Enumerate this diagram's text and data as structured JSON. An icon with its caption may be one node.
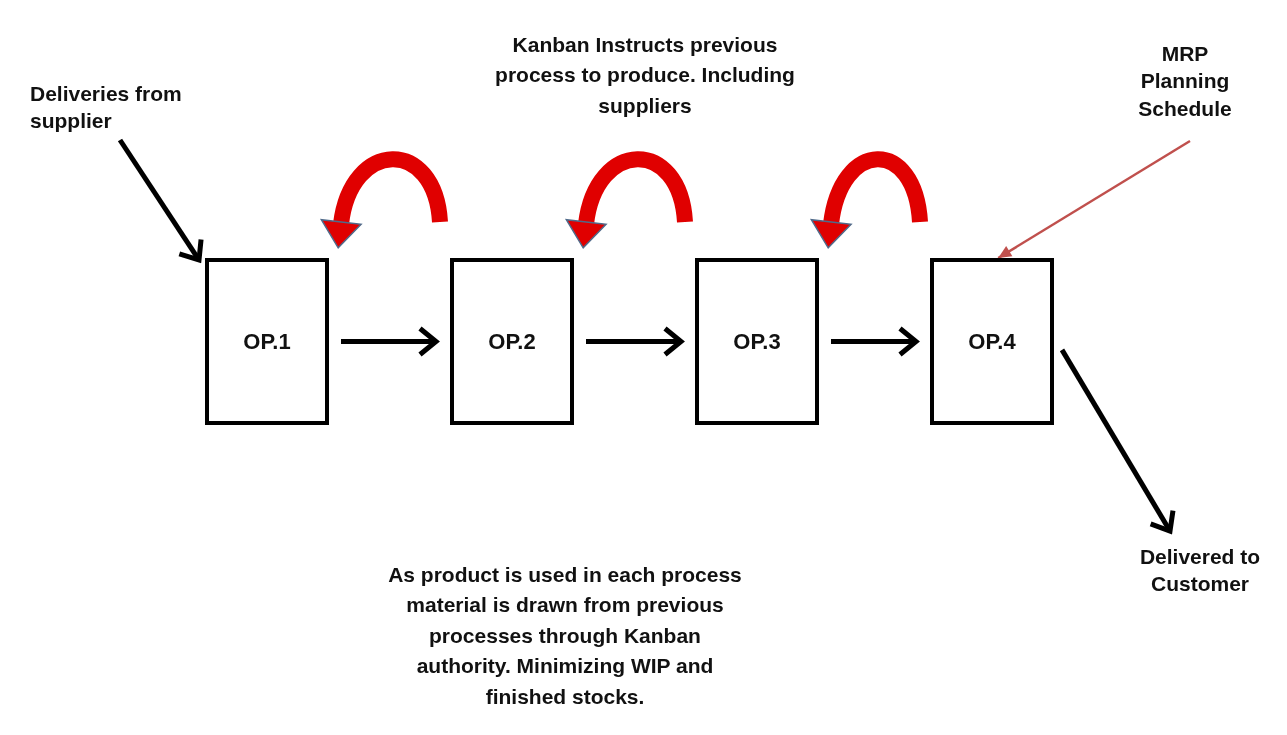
{
  "diagram": {
    "nodes": [
      {
        "text": [
          "Deliveries from supplier"
        ]
      },
      {
        "text": [
          "OP.1"
        ]
      },
      {
        "text": [
          "OP.2"
        ]
      },
      {
        "text": [
          "OP.3"
        ]
      },
      {
        "text": [
          "OP.4"
        ]
      },
      {
        "text": [
          "MRP Planning Schedule"
        ]
      },
      {
        "text": [
          "Delivered to Customer"
        ]
      }
    ],
    "edges": [
      {
        "from": 0,
        "to": 1,
        "arrow": "to"
      },
      {
        "from": 1,
        "to": 2,
        "arrow": "to"
      },
      {
        "from": 2,
        "to": 3,
        "arrow": "to"
      },
      {
        "from": 3,
        "to": 4,
        "arrow": "to"
      },
      {
        "from": 2,
        "to": 1,
        "arrow": "to",
        "color": "#e00000",
        "style": "thick"
      },
      {
        "from": 3,
        "to": 2,
        "arrow": "to",
        "color": "#e00000",
        "style": "thick"
      },
      {
        "from": 4,
        "to": 3,
        "arrow": "to",
        "color": "#e00000",
        "style": "thick"
      },
      {
        "from": 5,
        "to": 4,
        "arrow": "to",
        "color": "#c0504d"
      },
      {
        "from": 4,
        "to": 6,
        "arrow": "to"
      }
    ],
    "labels": [
      "Kanban Instructs previous process to produce. Including suppliers",
      "As product is used in each process material is drawn from previous processes through Kanban authority. Minimizing WIP and finished stocks."
    ]
  }
}
